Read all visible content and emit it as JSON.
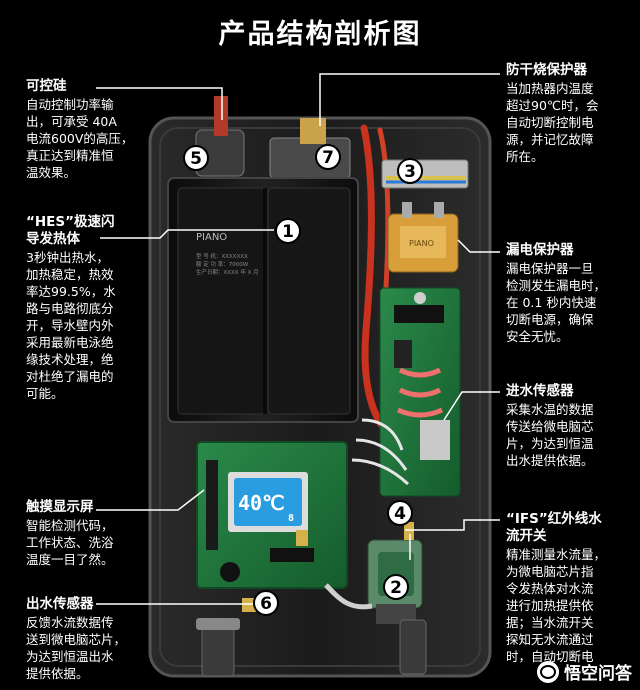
{
  "title": "产品结构剖析图",
  "annotations": [
    {
      "id": "thyristor",
      "heading": "可控硅",
      "body": "自动控制功率输\n出，可承受 40A\n电流600V的高压，\n真正达到精准恒\n温效果。"
    },
    {
      "id": "hes",
      "heading": "“HES”极速闪\n导发热体",
      "body": "3秒钟出热水，\n加热稳定，热效\n率达99.5%，水\n路与电路彻底分\n开，导水壁内外\n采用最新电泳绝\n缘技术处理，绝\n对杜绝了漏电的\n可能。"
    },
    {
      "id": "touch_display",
      "heading": "触摸显示屏",
      "body": "智能检测代码，\n工作状态、洗浴\n温度一目了然。"
    },
    {
      "id": "outlet_sensor",
      "heading": "出水传感器",
      "body": "反馈水流数据传\n送到微电脑芯片，\n为达到恒温出水\n提供依据。"
    },
    {
      "id": "dry_burn",
      "heading": "防干烧保护器",
      "body": "当加热器内温度\n超过90℃时，会\n自动切断控制电\n源，并记忆故障\n所在。"
    },
    {
      "id": "leakage",
      "heading": "漏电保护器",
      "body": "漏电保护器一旦\n检测发生漏电时，\n在 0.1 秒内快速\n切断电源，确保\n安全无忧。"
    },
    {
      "id": "inlet_sensor",
      "heading": "进水传感器",
      "body": "采集水温的数据\n传送给微电脑芯\n片，为达到恒温\n出水提供依据。"
    },
    {
      "id": "ifs",
      "heading": "“IFS”红外线水\n流开关",
      "body": "精准测量水流量，\n为微电脑芯片指\n令发热体对水流\n进行加热提供依\n据；当水流开关\n探知无水流通过\n时，自动切断电"
    }
  ],
  "callouts": [
    "1",
    "2",
    "3",
    "4",
    "5",
    "6",
    "7"
  ],
  "device": {
    "heater_brand": "PIANO",
    "heater_label_lines": [
      "型 号 机：XXXXXXX",
      "额 定 功 率：7000W",
      "生产日期：XXXX 年 X 月"
    ],
    "lcd_value": "40℃",
    "lcd_unit_small": "8"
  },
  "watermark": "悟空问答",
  "colors": {
    "background": "#000000",
    "text": "#ffffff",
    "pcb": "#1f6e3a",
    "heater": "#141414",
    "wire_red": "#c8321e",
    "callout_fill": "#ffffff"
  }
}
